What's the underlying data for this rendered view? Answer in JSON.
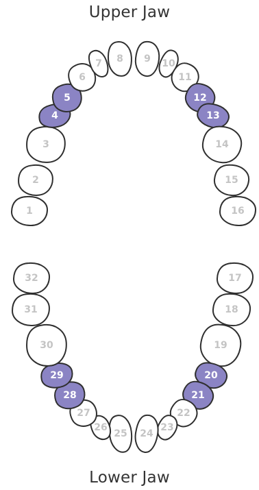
{
  "labels": {
    "upper_jaw": "Upper Jaw",
    "lower_jaw": "Lower Jaw"
  },
  "colors": {
    "selected_fill": "#8b84c4",
    "unselected_fill": "#ffffff",
    "outline": "#2f2f2f",
    "selected_number": "#ffffff",
    "unselected_number": "#c4c4c4"
  },
  "teeth": [
    {
      "number": "1",
      "selected": false
    },
    {
      "number": "2",
      "selected": false
    },
    {
      "number": "3",
      "selected": false
    },
    {
      "number": "4",
      "selected": true
    },
    {
      "number": "5",
      "selected": true
    },
    {
      "number": "6",
      "selected": false
    },
    {
      "number": "7",
      "selected": false
    },
    {
      "number": "8",
      "selected": false
    },
    {
      "number": "9",
      "selected": false
    },
    {
      "number": "10",
      "selected": false
    },
    {
      "number": "11",
      "selected": false
    },
    {
      "number": "12",
      "selected": true
    },
    {
      "number": "13",
      "selected": true
    },
    {
      "number": "14",
      "selected": false
    },
    {
      "number": "15",
      "selected": false
    },
    {
      "number": "16",
      "selected": false
    },
    {
      "number": "17",
      "selected": false
    },
    {
      "number": "18",
      "selected": false
    },
    {
      "number": "19",
      "selected": false
    },
    {
      "number": "20",
      "selected": true
    },
    {
      "number": "21",
      "selected": true
    },
    {
      "number": "22",
      "selected": false
    },
    {
      "number": "23",
      "selected": false
    },
    {
      "number": "24",
      "selected": false
    },
    {
      "number": "25",
      "selected": false
    },
    {
      "number": "26",
      "selected": false
    },
    {
      "number": "27",
      "selected": false
    },
    {
      "number": "28",
      "selected": true
    },
    {
      "number": "29",
      "selected": true
    },
    {
      "number": "30",
      "selected": false
    },
    {
      "number": "31",
      "selected": false
    },
    {
      "number": "32",
      "selected": false
    }
  ]
}
